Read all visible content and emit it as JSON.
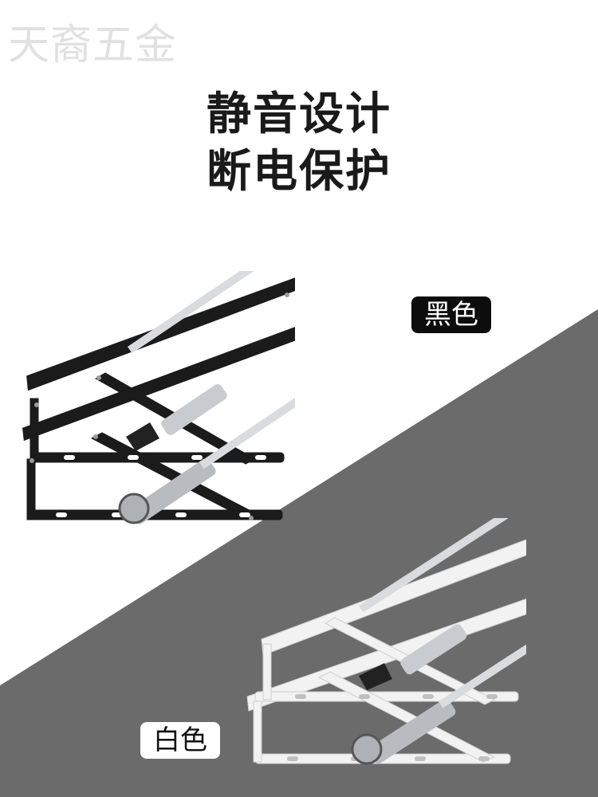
{
  "watermark": "天裔五金",
  "headline": {
    "line1": "静音设计",
    "line2": "断电保护"
  },
  "variants": {
    "black_label": "黑色",
    "white_label": "白色"
  },
  "colors": {
    "background": "#ffffff",
    "diagonal_gray": "#6b6b6b",
    "frame_black": "#1b1b1b",
    "frame_white": "#f2f2f2",
    "strut_silver": "#c8ccd0"
  }
}
